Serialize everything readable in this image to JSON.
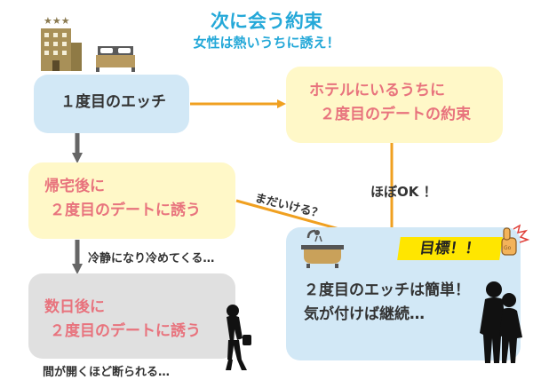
{
  "header": {
    "title": "次に会う約束",
    "subtitle": "女性は熱いうちに誘え！"
  },
  "boxes": {
    "first_date": "１度目のエッチ",
    "hotel_promise_line1": "ホテルにいるうちに",
    "hotel_promise_line2": "２度目のデートの約束",
    "after_home_line1": "帰宅後に",
    "after_home_line2": "２度目のデートに誘う",
    "days_later_line1": "数日後に",
    "days_later_line2": "２度目のデートに誘う",
    "goal_line1": "２度目のエッチは簡単！",
    "goal_line2": "気が付けば継続…"
  },
  "labels": {
    "almost_ok": "ほぼOK ！",
    "still_possible": "まだいける？",
    "cool_down": "冷静になり冷めてくる…",
    "rejected": "間が開くほど断られる…",
    "goal_badge": "目標！！"
  },
  "colors": {
    "title": "#24a8d8",
    "arrow_grey": "#666666",
    "arrow_orange": "#f0a020",
    "box_blue": "#d2e8f6",
    "box_yellow": "#fff8c8",
    "box_grey": "#e0e0e0",
    "text_red": "#e8737d",
    "goal_yellow": "#ffe600"
  },
  "icons": [
    "hotel-building-icon",
    "bed-icon",
    "bathtub-icon",
    "thumbs-up-icon",
    "woman-silhouette-icon",
    "couple-silhouette-icon"
  ]
}
